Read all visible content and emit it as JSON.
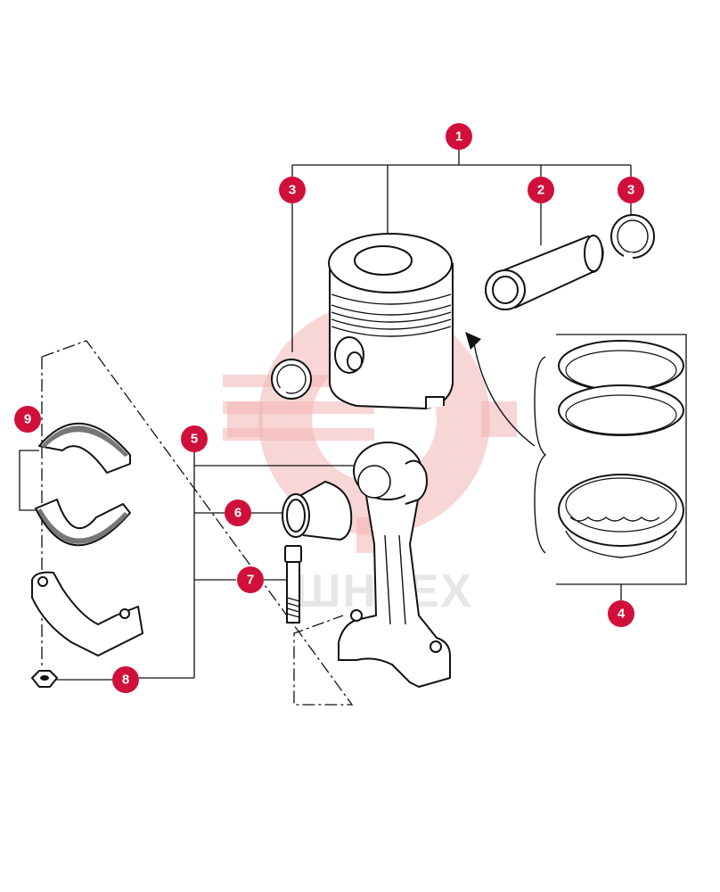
{
  "watermark": {
    "text": "ШНТЕХ",
    "color": "#f3b5b5"
  },
  "callout_color": "#d0103a",
  "callouts": [
    {
      "id": "1",
      "label": "1"
    },
    {
      "id": "2",
      "label": "2"
    },
    {
      "id": "3a",
      "label": "3"
    },
    {
      "id": "3b",
      "label": "3"
    },
    {
      "id": "4",
      "label": "4"
    },
    {
      "id": "5",
      "label": "5"
    },
    {
      "id": "6",
      "label": "6"
    },
    {
      "id": "7",
      "label": "7"
    },
    {
      "id": "8",
      "label": "8"
    },
    {
      "id": "9",
      "label": "9"
    }
  ],
  "parts": [
    "piston",
    "piston-pin",
    "circlip",
    "piston-ring-set",
    "connecting-rod",
    "small-end-bushing",
    "cap-bolt",
    "nut",
    "bearing-shells"
  ]
}
